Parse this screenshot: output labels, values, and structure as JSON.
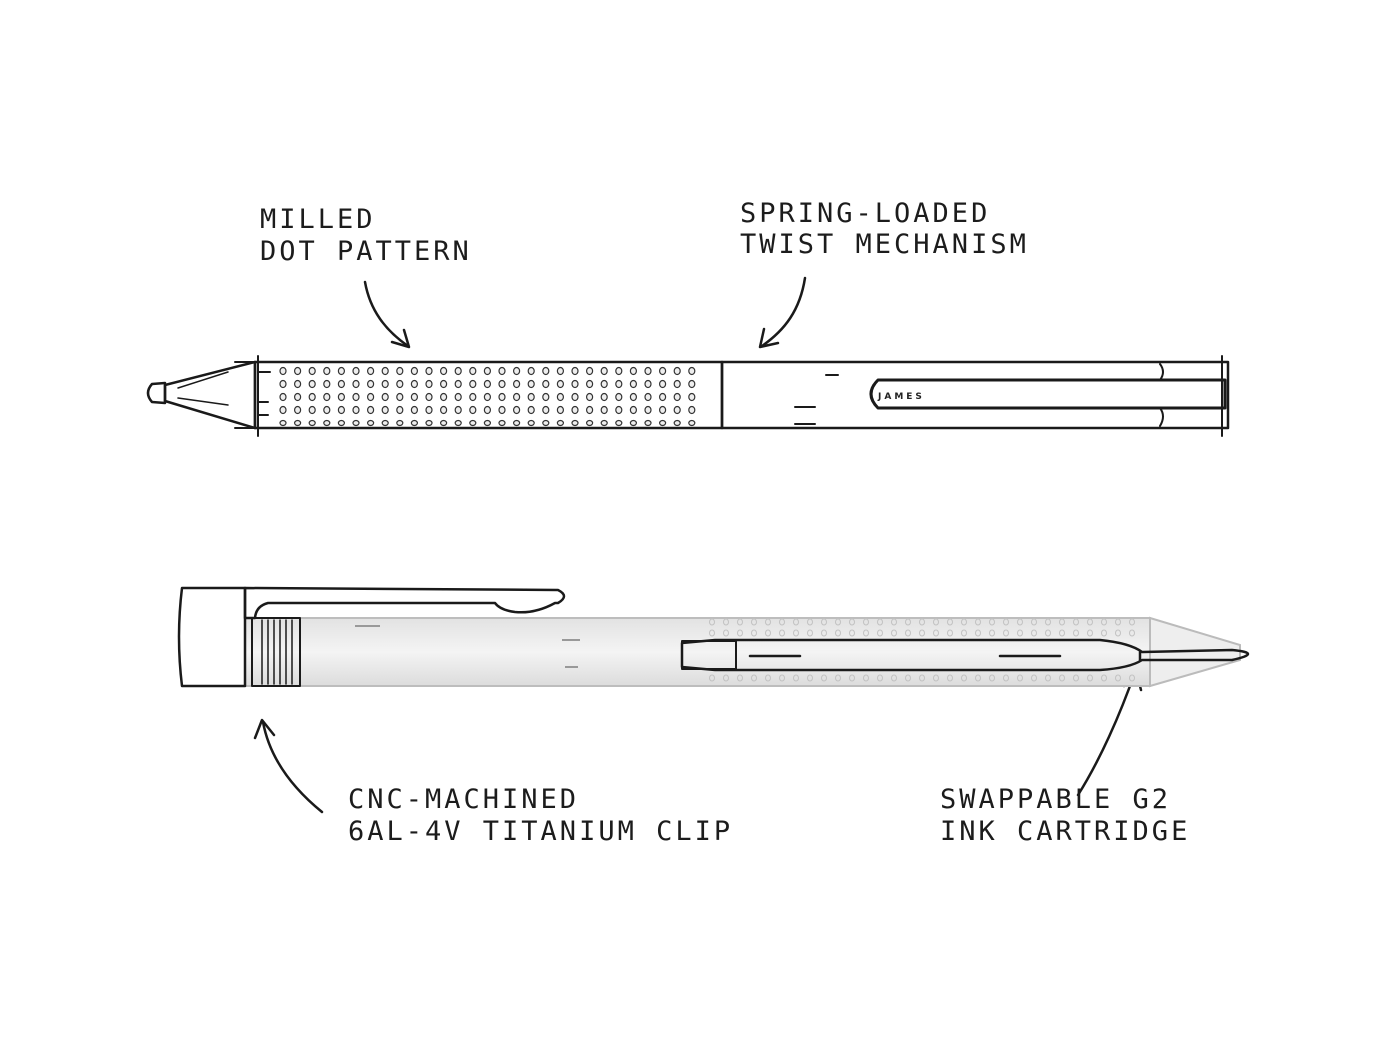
{
  "callouts": {
    "dot_pattern": {
      "line1": "MILLED",
      "line2": "DOT PATTERN"
    },
    "twist": {
      "line1": "SPRING-LOADED",
      "line2": "TWIST MECHANISM"
    },
    "clip": {
      "line1": "CNC-MACHINED",
      "line2": "6AL-4V TITANIUM CLIP"
    },
    "cartridge": {
      "line1": "SWAPPABLE G2",
      "line2": "INK CARTRIDGE"
    }
  },
  "brand": {
    "clip_text": "JAMES"
  },
  "colors": {
    "ink": "#1a1a1a",
    "metal": "#9a9a9a",
    "metal_light": "#d4d4d4",
    "transparent_body": "#ececec"
  }
}
